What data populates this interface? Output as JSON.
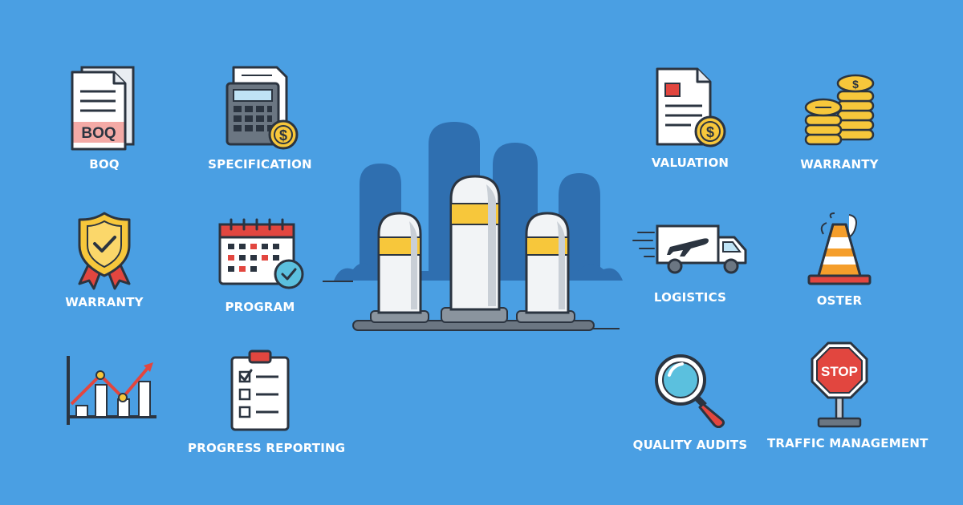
{
  "colors": {
    "background": "#4a9fe3",
    "outline": "#2b3440",
    "yellow": "#f7c73b",
    "orange": "#f59e2b",
    "red": "#e2463f",
    "pink": "#f4aaa6",
    "teal": "#5bc0de",
    "skyline": "#2f6fb0"
  },
  "items": {
    "boq": {
      "label": "BOQ",
      "doc_text": "BOQ",
      "icon": "document-icon"
    },
    "specification": {
      "label": "SPECIFICATION",
      "icon": "calculator-icon",
      "coin_symbol": "$"
    },
    "warranty_left": {
      "label": "WARRANTY",
      "icon": "shield-badge-icon"
    },
    "program": {
      "label": "PROGRAM",
      "icon": "calendar-icon"
    },
    "chart": {
      "label": "",
      "icon": "line-chart-icon"
    },
    "progress_reporting": {
      "label": "PROGRESS REPORTING",
      "icon": "clipboard-checklist-icon"
    },
    "valuation": {
      "label": "VALUATION",
      "icon": "invoice-icon",
      "coin_symbol": "$"
    },
    "warranty_right": {
      "label": "WARRANTY",
      "icon": "coin-stack-icon",
      "coin_symbol": "$"
    },
    "logistics": {
      "label": "LOGISTICS",
      "icon": "truck-plane-icon"
    },
    "oster": {
      "label": "OSTER",
      "icon": "traffic-cone-icon"
    },
    "quality_audits": {
      "label": "QUALITY AUDITS",
      "icon": "magnifier-icon"
    },
    "traffic_management": {
      "label": "TRAFFIC MANAGEMENT",
      "icon": "stop-sign-icon",
      "sign_text": "STOP"
    }
  },
  "center": {
    "icon": "bollards-icon"
  }
}
